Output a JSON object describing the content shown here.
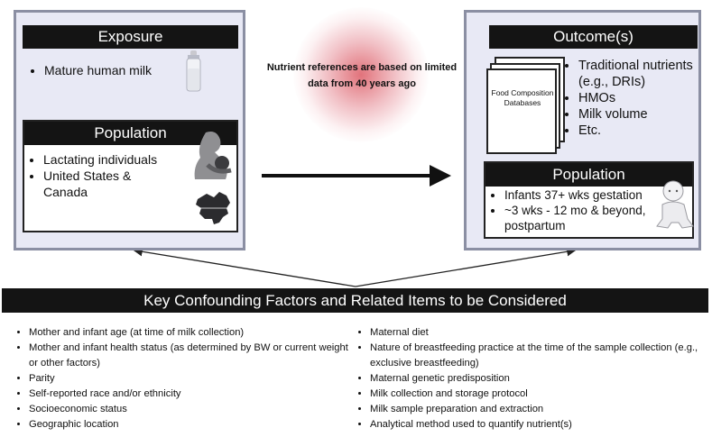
{
  "exposure": {
    "title": "Exposure",
    "items": [
      "Mature human milk"
    ],
    "population": {
      "title": "Population",
      "items": [
        "Lactating individuals",
        "United States & Canada"
      ]
    }
  },
  "note": "Nutrient references are based on limited data from 40 years ago",
  "outcome": {
    "title": "Outcome(s)",
    "doc_label": "Food Composition Databases",
    "items": [
      "Traditional nutrients (e.g., DRIs)",
      "HMOs",
      "Milk volume",
      "Etc."
    ],
    "population": {
      "title": "Population",
      "items": [
        "Infants 37+ wks gestation",
        "~3 wks - 12 mo & beyond, postpartum"
      ]
    }
  },
  "factors": {
    "title": "Key Confounding Factors and Related Items to be Considered",
    "left": [
      "Mother and infant age (at time of milk collection)",
      "Mother and infant health status (as determined by BW or current weight or other factors)",
      "Parity",
      "Self-reported race and/or ethnicity",
      "Socioeconomic status",
      "Geographic location"
    ],
    "right": [
      "Maternal diet",
      "Nature of breastfeeding practice at the time of the sample collection (e.g., exclusive breastfeeding)",
      "Maternal genetic predisposition",
      "Milk collection and storage protocol",
      "Milk sample preparation and extraction",
      "Analytical method used to quantify nutrient(s)"
    ]
  },
  "icons": [
    "baby-bottle-icon",
    "mother-nursing-icon",
    "north-america-map-icon",
    "infant-icon"
  ],
  "colors": {
    "panel_bg": "#e8e9f5",
    "panel_border": "#8b8fa3",
    "header_bg": "#141414",
    "glow": "#dc5a64"
  }
}
